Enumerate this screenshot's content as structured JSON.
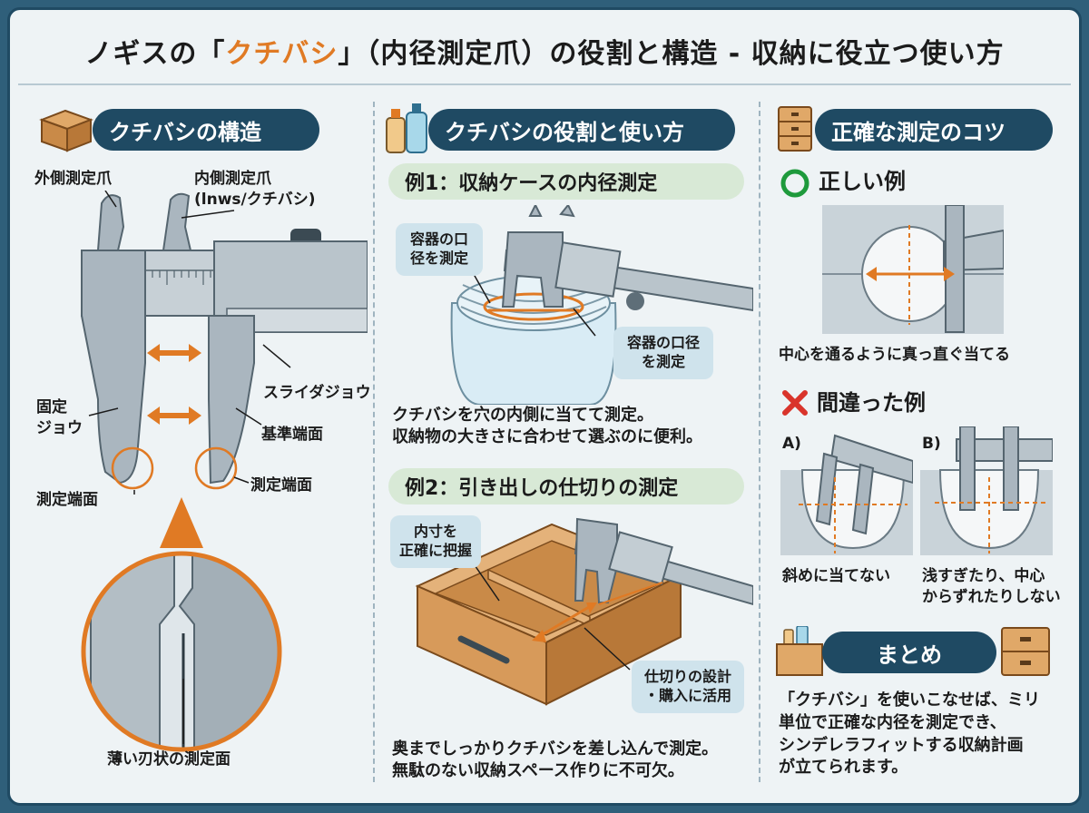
{
  "title": {
    "pre": "ノギスの「",
    "accent": "クチバシ",
    "post": "」（内径測定爪）の役割と構造 - 収納に役立つ使い方"
  },
  "left": {
    "heading": "クチバシの構造",
    "outer_jaw": "外側測定爪",
    "inner_jaw": "内側測定爪\n(lnws/クチバシ)",
    "slider_jaw": "スライダジョウ",
    "fixed_jaw": "固定\nジョウ",
    "reference_face": "基準端面",
    "measure_face_left": "測定端面",
    "measure_face_right": "測定端面",
    "blade_face": "薄い刃状の測定面"
  },
  "middle": {
    "heading": "クチバシの役割と使い方",
    "ex1_title": "例1：収納ケースの内径測定",
    "ex1_callout_a": "容器の口\n径を測定",
    "ex1_callout_b": "容器の口径\nを測定",
    "ex1_text": "クチバシを穴の内側に当てて測定。\n収納物の大きさに合わせて選ぶのに便利。",
    "ex2_title": "例2：引き出しの仕切りの測定",
    "ex2_callout_a": "内寸を\n正確に把握",
    "ex2_callout_b": "仕切りの設計\n・購入に活用",
    "ex2_text": "奥までしっかりクチバシを差し込んで測定。\n無駄のない収納スペース作りに不可欠。"
  },
  "right": {
    "heading": "正確な測定のコツ",
    "good_title": "正しい例",
    "good_caption": "中心を通るように真っ直ぐ当てる",
    "bad_title": "間違った例",
    "bad_a_label": "A)",
    "bad_b_label": "B)",
    "bad_a_caption": "斜めに当てない",
    "bad_b_caption": "浅すぎたり、中心\nからずれたりしない",
    "summary_heading": "まとめ",
    "summary_text": "「クチバシ」を使いこなせば、ミリ\n単位で正確な内径を測定でき、\nシンデレラフィットする収納計画\nが立てられます。"
  },
  "colors": {
    "navy": "#1f4a63",
    "accent": "#e07a24",
    "steel": "#aab6bf",
    "green": "#1e9a3c",
    "red": "#d9342b",
    "wood": "#d79a5a"
  },
  "icons": {
    "left": "box-icon",
    "middle": "bottles-icon",
    "right": "cabinet-icon",
    "good": "circle-ok-icon",
    "bad": "cross-icon"
  }
}
